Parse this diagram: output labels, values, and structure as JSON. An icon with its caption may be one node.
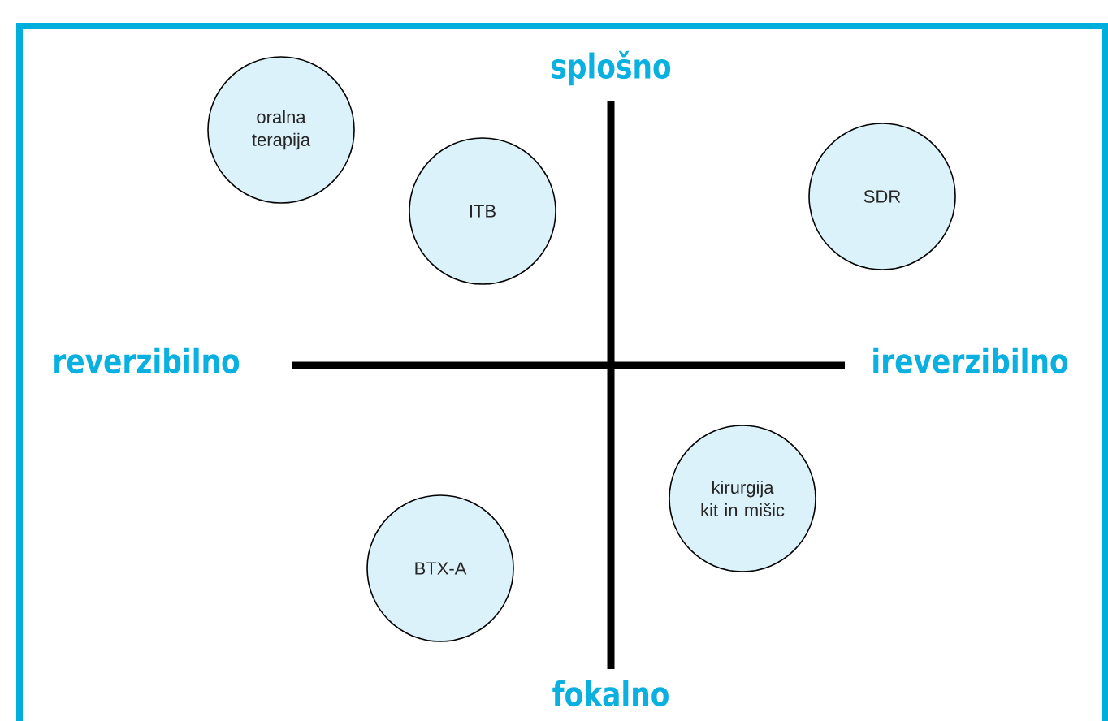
{
  "diagram": {
    "nodes": [
      {
        "text": [
          "oralna terapija"
        ]
      },
      {
        "text": [
          "ITB"
        ]
      },
      {
        "text": [
          "SDR"
        ]
      },
      {
        "text": [
          "kirurgija kit in mišic"
        ]
      },
      {
        "text": [
          "BTX-A"
        ]
      }
    ],
    "labels": [
      "splošno",
      "reverzibilno",
      "ireverzibilno",
      "fokalno"
    ]
  }
}
